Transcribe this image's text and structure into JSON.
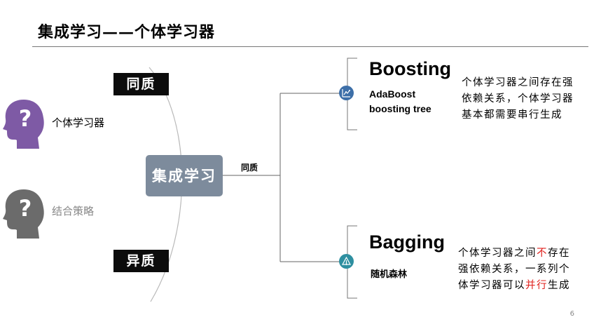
{
  "title": "集成学习——个体学习器",
  "tags": {
    "homogeneous": "同质",
    "heterogeneous": "异质"
  },
  "heads": {
    "individual_learner": "个体学习器",
    "combination_strategy": "结合策略"
  },
  "center": {
    "label": "集成学习",
    "edge_label": "同质"
  },
  "boosting": {
    "title": "Boosting",
    "examples": [
      "AdaBoost",
      "boosting tree"
    ],
    "desc_lines": [
      "个体学习器之间存在强",
      "依赖关系，个体学习器",
      "基本都需要串行生成"
    ]
  },
  "bagging": {
    "title": "Bagging",
    "example": "随机森林",
    "desc_line1_a": "个体学习器之间",
    "desc_line1_red": "不",
    "desc_line1_b": "存在",
    "desc_line2": "强依赖关系，一系列个",
    "desc_line3_a": "体学习器可以",
    "desc_line3_red": "并行",
    "desc_line3_b": "生成"
  },
  "page_number": "6",
  "colors": {
    "head_active": "#7e5aa5",
    "head_inactive": "#6b6b6b",
    "center_box": "#7d8b9c",
    "node_icon_boosting": "#3d6fa8",
    "node_icon_bagging": "#2e8fa0",
    "highlight": "#e0201c"
  },
  "icons": {
    "head_active": "head-question-icon",
    "head_inactive": "head-question-icon",
    "boosting_node": "chart-node-icon",
    "bagging_node": "tree-node-icon"
  }
}
